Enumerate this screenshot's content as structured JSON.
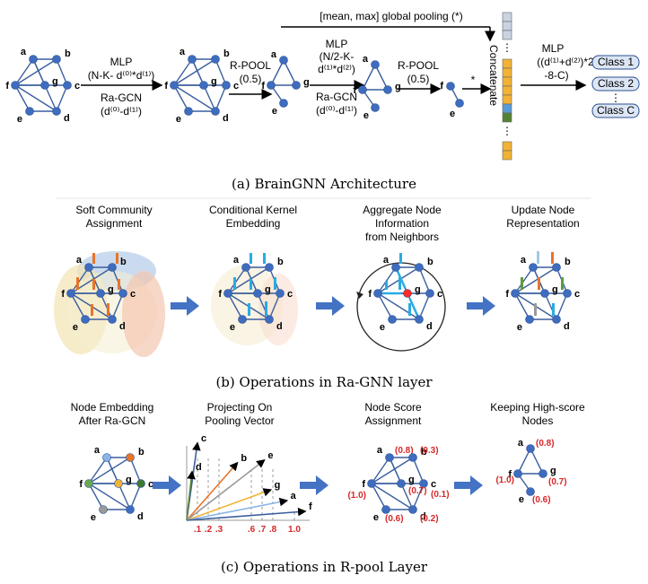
{
  "captions": {
    "a": "(a) BrainGNN Architecture",
    "b": "(b) Operations in Ra-GNN layer",
    "c": "(c) Operations in R-pool Layer"
  },
  "arch": {
    "pooling_label": "[mean, max] global pooling (*)",
    "mlp1": "MLP",
    "mlp1_dims": "(N-K- d⁽⁰⁾*d⁽¹⁾)",
    "ragcn1": "Ra-GCN",
    "ragcn1_dims": "(d⁽⁰⁾-d⁽¹⁾)",
    "rpool1": "R-POOL",
    "rpool1_ratio": "(0.5)",
    "mlp2": "MLP",
    "mlp2_dims_1": "(N/2-K-",
    "mlp2_dims_2": "d⁽¹⁾*d⁽²⁾)",
    "ragcn2": "Ra-GCN",
    "ragcn2_dims": "(d⁽⁰⁾-d⁽¹⁾)",
    "rpool2": "R-POOL",
    "rpool2_ratio": "(0.5)",
    "star": "*",
    "concatenate": "Concatenate",
    "mlp3": "MLP",
    "mlp3_dims_1": "((d⁽¹⁾+d⁽²⁾)*2",
    "mlp3_dims_2": "-8-C)",
    "classes": [
      "Class 1",
      "Class 2",
      "Class C"
    ],
    "ellipsis": "⋮"
  },
  "node_labels": {
    "a": "a",
    "b": "b",
    "c": "c",
    "d": "d",
    "e": "e",
    "f": "f",
    "g": "g"
  },
  "ragnn": {
    "step1": [
      "Soft Community",
      "Assignment"
    ],
    "step2": [
      "Conditional Kernel",
      "Embedding"
    ],
    "step3": [
      "Aggregate Node",
      "Information",
      "from Neighbors"
    ],
    "step4": [
      "Update Node",
      "Representation"
    ]
  },
  "rpool": {
    "step1": [
      "Node Embedding",
      "After Ra-GCN"
    ],
    "step2": [
      "Projecting On",
      "Pooling Vector"
    ],
    "step3": [
      "Node Score",
      "Assignment"
    ],
    "step4": [
      "Keeping High-score",
      "Nodes"
    ],
    "ticks": [
      ".1",
      ".2",
      ".3",
      ".6",
      ".7",
      ".8",
      "1.0"
    ],
    "scores": {
      "a": "(0.8)",
      "b": "(0.3)",
      "c": "(0.1)",
      "d": "(0.2)",
      "e": "(0.6)",
      "f": "(1.0)",
      "g": "(0.7)"
    },
    "kept_scores": {
      "a": "(0.8)",
      "f": "(1.0)",
      "g": "(0.7)",
      "e": "(0.6)"
    }
  },
  "colors": {
    "node": "#3e6cbf",
    "edge": "#3a5f9e",
    "arrow": "#4472c4",
    "score_red": "#d62728",
    "class_box": "#dce6f5"
  }
}
